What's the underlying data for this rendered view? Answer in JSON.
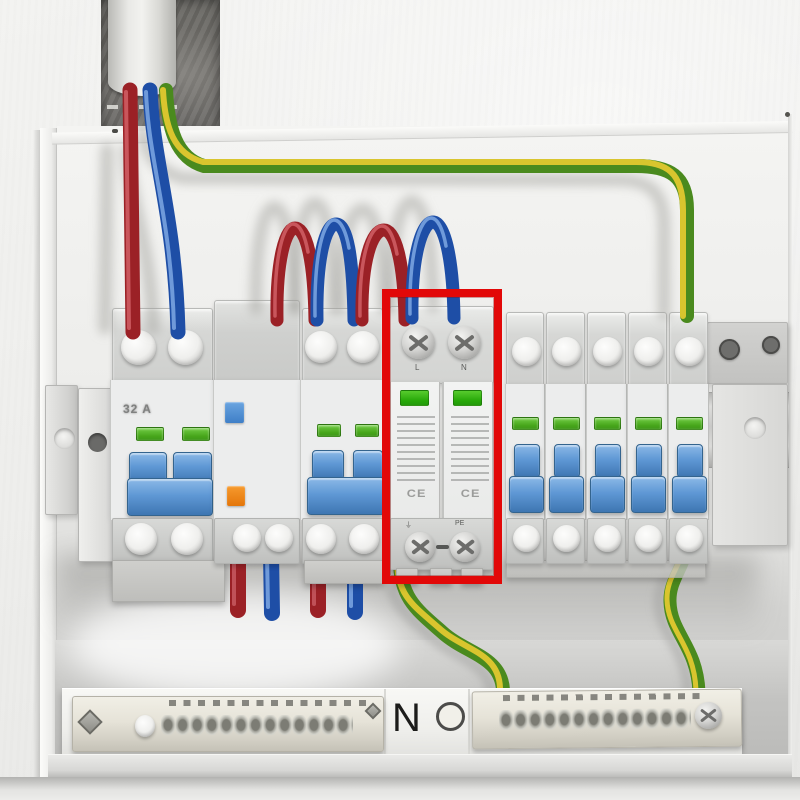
{
  "scene": {
    "description": "3D rendered electrical distribution board on a wall: incoming conduit wires, residual current breakers, a surge protection device highlighted by a red rectangle, and neutral / earth terminal bars",
    "highlight_color": "#e20808",
    "wall_color": "#f1f1ef"
  },
  "conduit": {
    "wires": [
      "live-red",
      "neutral-blue",
      "earth-yellow-green"
    ]
  },
  "panel": {
    "main_rcbo": {
      "rating_label": "32 A",
      "indicator_count": 2,
      "indicator_color": "#46a51a",
      "toggle_state": "down",
      "toggle_color": "#5f98d5"
    },
    "rcd_module": {
      "test_button_color": "#4a8ed8",
      "indicator_color": "#ef8512"
    },
    "branch_rcbo": {
      "indicator_count": 2,
      "toggle_state": "down"
    },
    "spd": {
      "module_count": 2,
      "top_terminal_labels": [
        "L",
        "N"
      ],
      "bottom_terminal_labels": [
        "⏚",
        "PE"
      ],
      "ce_mark": "CE",
      "status_window_color": "#27a808"
    },
    "right_breakers": {
      "count": 5,
      "indicator_color": "#46a51a",
      "toggle_state": "down"
    },
    "neutral_bar": {
      "label": "N",
      "hole_count": 13
    },
    "earth_bar": {
      "hole_count": 13,
      "connected_wires": 2
    }
  }
}
